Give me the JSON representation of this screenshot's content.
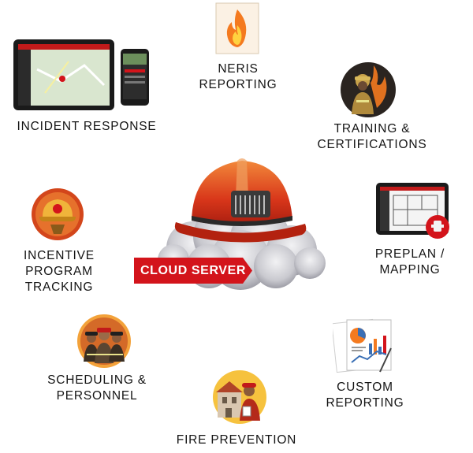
{
  "center": {
    "banner_label": "CLOUD SERVER",
    "icon": "firefighter-helmet-icon"
  },
  "modules": [
    {
      "id": "neris",
      "label": "NERIS\nREPORTING",
      "icon": "flame-poster-icon"
    },
    {
      "id": "incident",
      "label": "INCIDENT RESPONSE",
      "icon": "tablet-phone-map-icon"
    },
    {
      "id": "training",
      "label": "TRAINING &\nCERTIFICATIONS",
      "icon": "firefighter-in-fire-icon"
    },
    {
      "id": "preplan",
      "label": "PREPLAN /\nMAPPING",
      "icon": "floorplan-tablet-icon"
    },
    {
      "id": "incentive",
      "label": "INCENTIVE\nPROGRAM\nTRACKING",
      "icon": "helmet-badge-icon"
    },
    {
      "id": "scheduling",
      "label": "SCHEDULING &\nPERSONNEL",
      "icon": "firefighter-crew-icon"
    },
    {
      "id": "custom",
      "label": "CUSTOM\nREPORTING",
      "icon": "report-charts-icon"
    },
    {
      "id": "prevention",
      "label": "FIRE PREVENTION",
      "icon": "inspector-building-icon"
    }
  ],
  "colors": {
    "brand_red": "#d3141b",
    "text": "#141414",
    "flame_orange": "#f47a1f",
    "helmet_red": "#e2471c"
  }
}
